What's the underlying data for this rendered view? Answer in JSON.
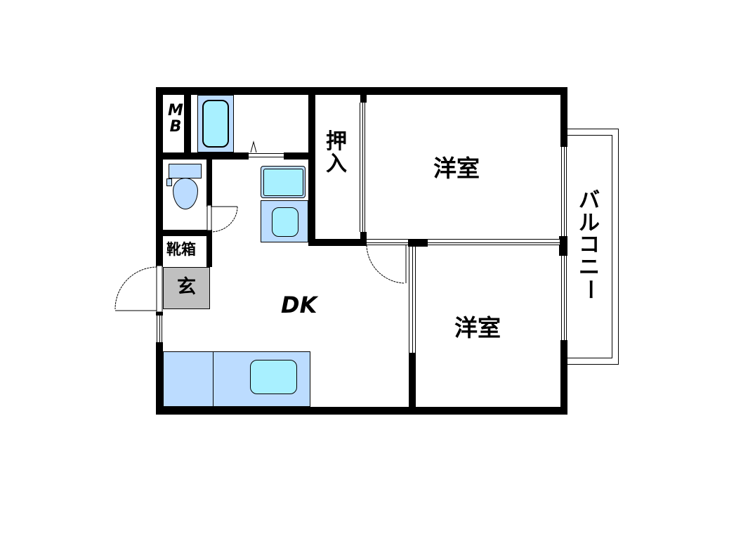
{
  "floor_plan": {
    "rooms": {
      "mb": {
        "label_line1": "M",
        "label_line2": "B"
      },
      "closet": {
        "label_line1": "押",
        "label_line2": "入"
      },
      "western_room_1": {
        "label": "洋室"
      },
      "western_room_2": {
        "label": "洋室"
      },
      "dining_kitchen": {
        "label": "DK"
      },
      "shoe_cabinet": {
        "label": "靴箱"
      },
      "entrance": {
        "label": "玄"
      },
      "balcony": {
        "label": "バルコニー",
        "chars": [
          "バ",
          "ル",
          "コ",
          "ニ",
          "ー"
        ]
      }
    },
    "colors": {
      "wall": "#000000",
      "fixture_fill": "#bcdcff",
      "basin_fill": "#a8f0ff",
      "entrance_fill": "#c0c0c0",
      "background": "#ffffff"
    }
  }
}
